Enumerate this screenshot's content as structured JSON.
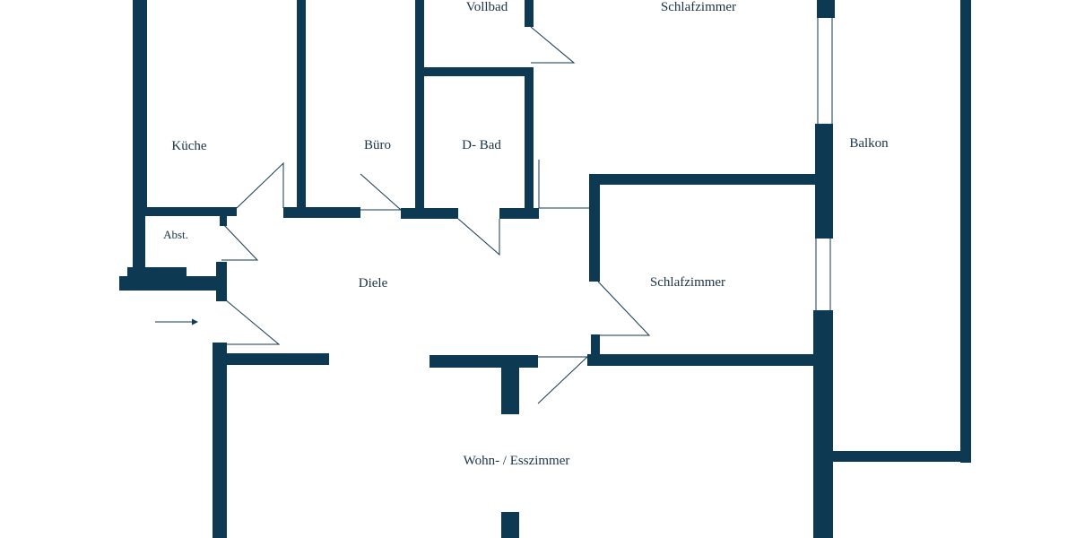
{
  "colors": {
    "wall": "#0d3a52",
    "window_line": "#123a52",
    "label": "#1a3347",
    "background": "#ffffff"
  },
  "rooms": {
    "vollbad": "Vollbad",
    "schlafzimmer_top": "Schlafzimmer",
    "kueche": "Küche",
    "buero": "Büro",
    "d_bad": "D- Bad",
    "balkon": "Balkon",
    "abst": "Abst.",
    "diele": "Diele",
    "schlafzimmer_mid": "Schlafzimmer",
    "wohn_esszimmer": "Wohn- / Esszimmer"
  },
  "entrance": {
    "icon": "arrow-right-icon"
  }
}
